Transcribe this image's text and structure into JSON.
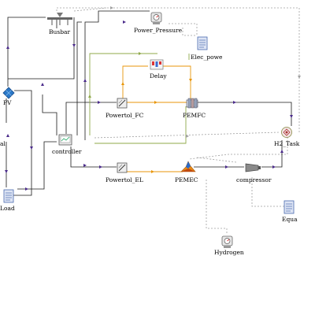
{
  "labels": {
    "busbar": "Busbar",
    "power_pressure": "Power_Pressure",
    "elec_power": "Elec_powe",
    "delay": "Delay",
    "pv": "PV",
    "powertol_fc": "Powertol_FC",
    "pemfc": "PEMFC",
    "h2_task": "H2_Task",
    "left_partial": "al",
    "controller": "controller",
    "powertol_el": "Powertol_EL",
    "pemec": "PEMEC",
    "compressor": "compressor",
    "load": "Load",
    "equa": "Equa",
    "hydrogen": "Hydrogen"
  },
  "colors": {
    "signal_wire": "#1a1a1a",
    "power_wire": "#3a3a8a",
    "thermal_wire": "#e8960a",
    "control_wire": "#8fa84a",
    "data_wire": "#a0a0a0",
    "arrow_mark": "#4a2a8a"
  },
  "icons": [
    "busbar-icon",
    "power-pressure-icon",
    "elec-power-icon",
    "delay-icon",
    "pv-panel-icon",
    "powertol-fc-icon",
    "pemfc-icon",
    "h2-task-icon",
    "controller-icon",
    "powertol-el-icon",
    "pemec-icon",
    "compressor-icon",
    "load-icon",
    "equa-icon",
    "hydrogen-icon"
  ]
}
